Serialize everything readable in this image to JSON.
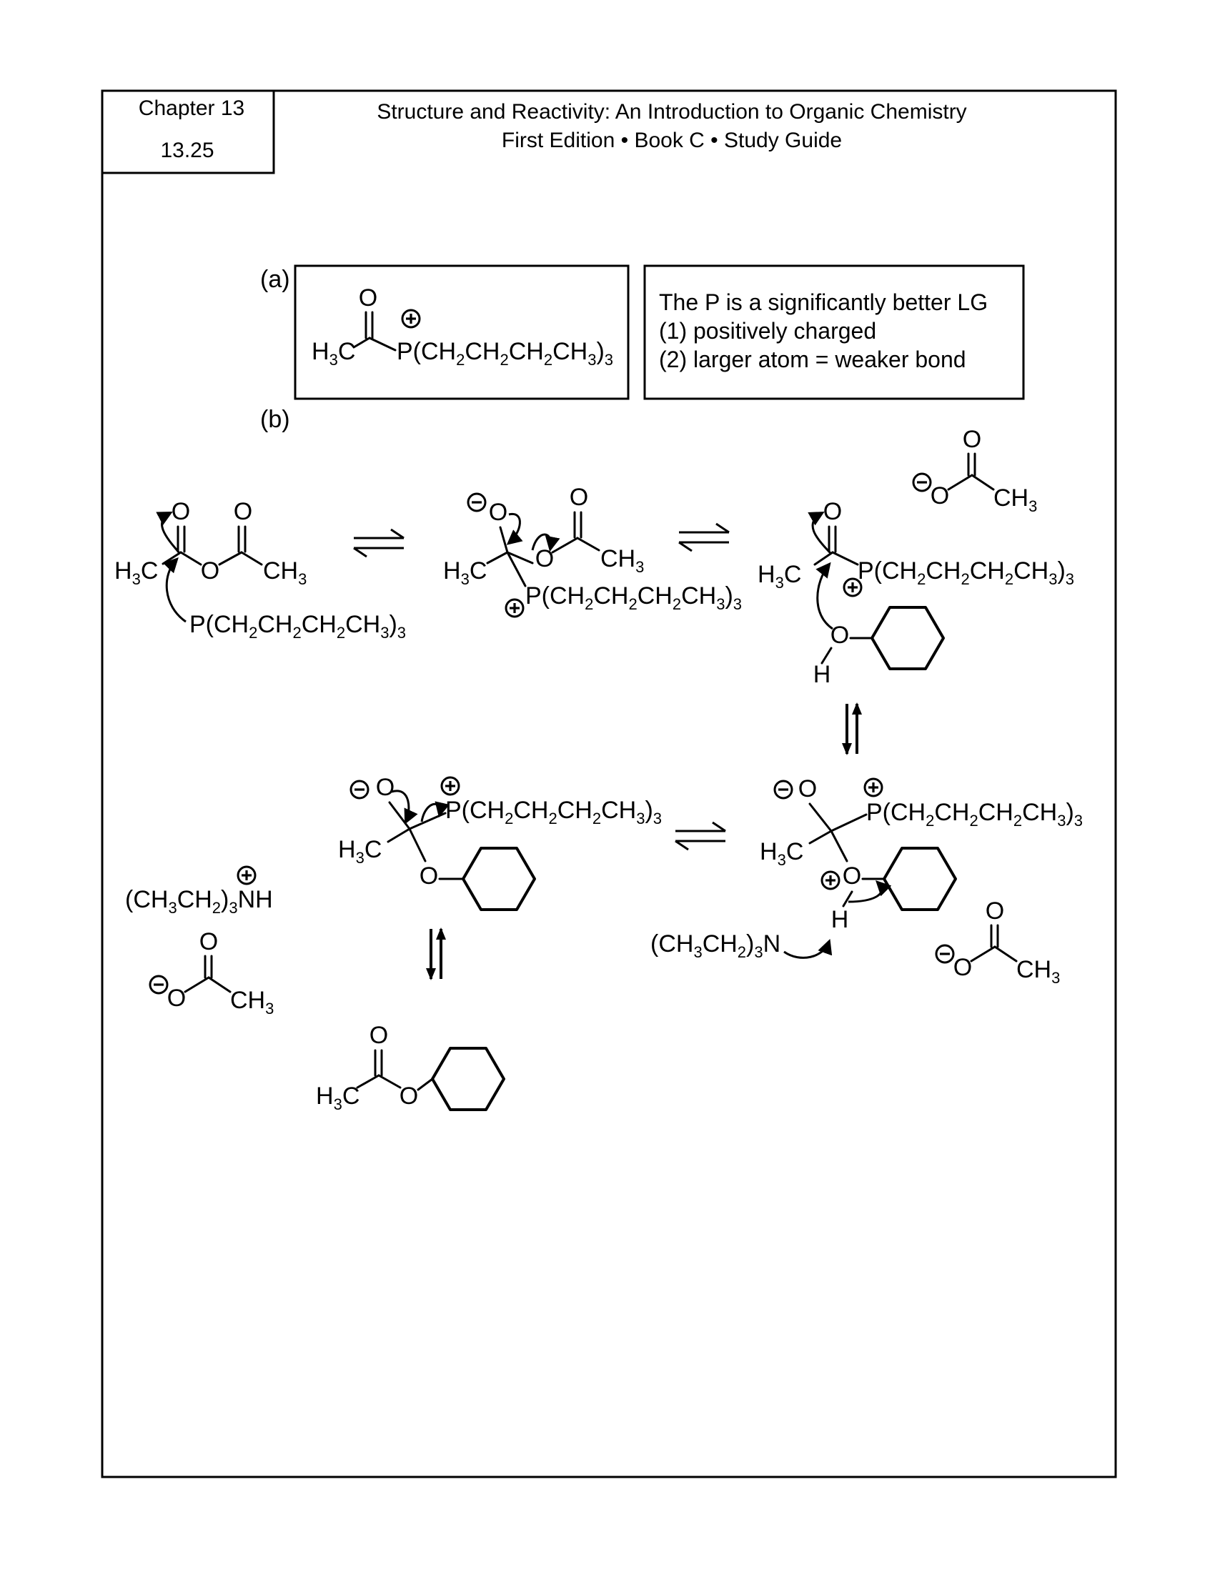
{
  "header": {
    "chapter": "Chapter 13",
    "problem": "13.25",
    "title_line1": "Structure and Reactivity: An Introduction to Organic Chemistry",
    "title_line2": "First Edition • Book C • Study Guide"
  },
  "part_a": {
    "label": "(a)",
    "note_line1": "The P is a significantly better LG",
    "note_line2": "(1) positively charged",
    "note_line3": "(2) larger atom = weaker bond"
  },
  "part_b": {
    "label": "(b)"
  },
  "atoms": {
    "o": "O",
    "h": "H",
    "h3c_a": "H",
    "h3c_b": "C",
    "ch3_a": "CH",
    "sub2": "2",
    "sub3": "3",
    "p_open": "P(CH",
    "ch2_part": "CH",
    "close_paren": ")",
    "amine_open": "(CH",
    "amine_nh": "NH",
    "amine_n": "N"
  }
}
